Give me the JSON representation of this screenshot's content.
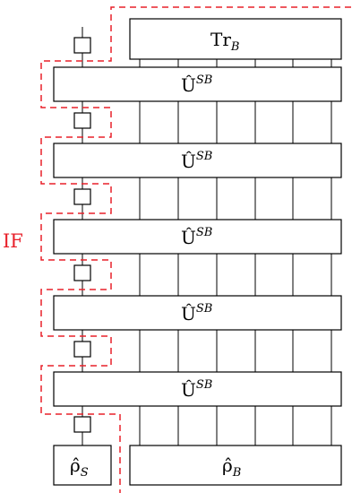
{
  "diagram": {
    "if_label": "IF",
    "trace": {
      "text": "Tr",
      "subscript": "B"
    },
    "unitary": {
      "text": "Û",
      "superscript": "SB"
    },
    "unitary_count": 5,
    "rho_system": {
      "text": "ρ̂",
      "subscript": "S"
    },
    "rho_bath": {
      "text": "ρ̂",
      "subscript": "B"
    },
    "colors": {
      "dashed_boundary": "#e8202a",
      "lines": "#000000"
    }
  }
}
